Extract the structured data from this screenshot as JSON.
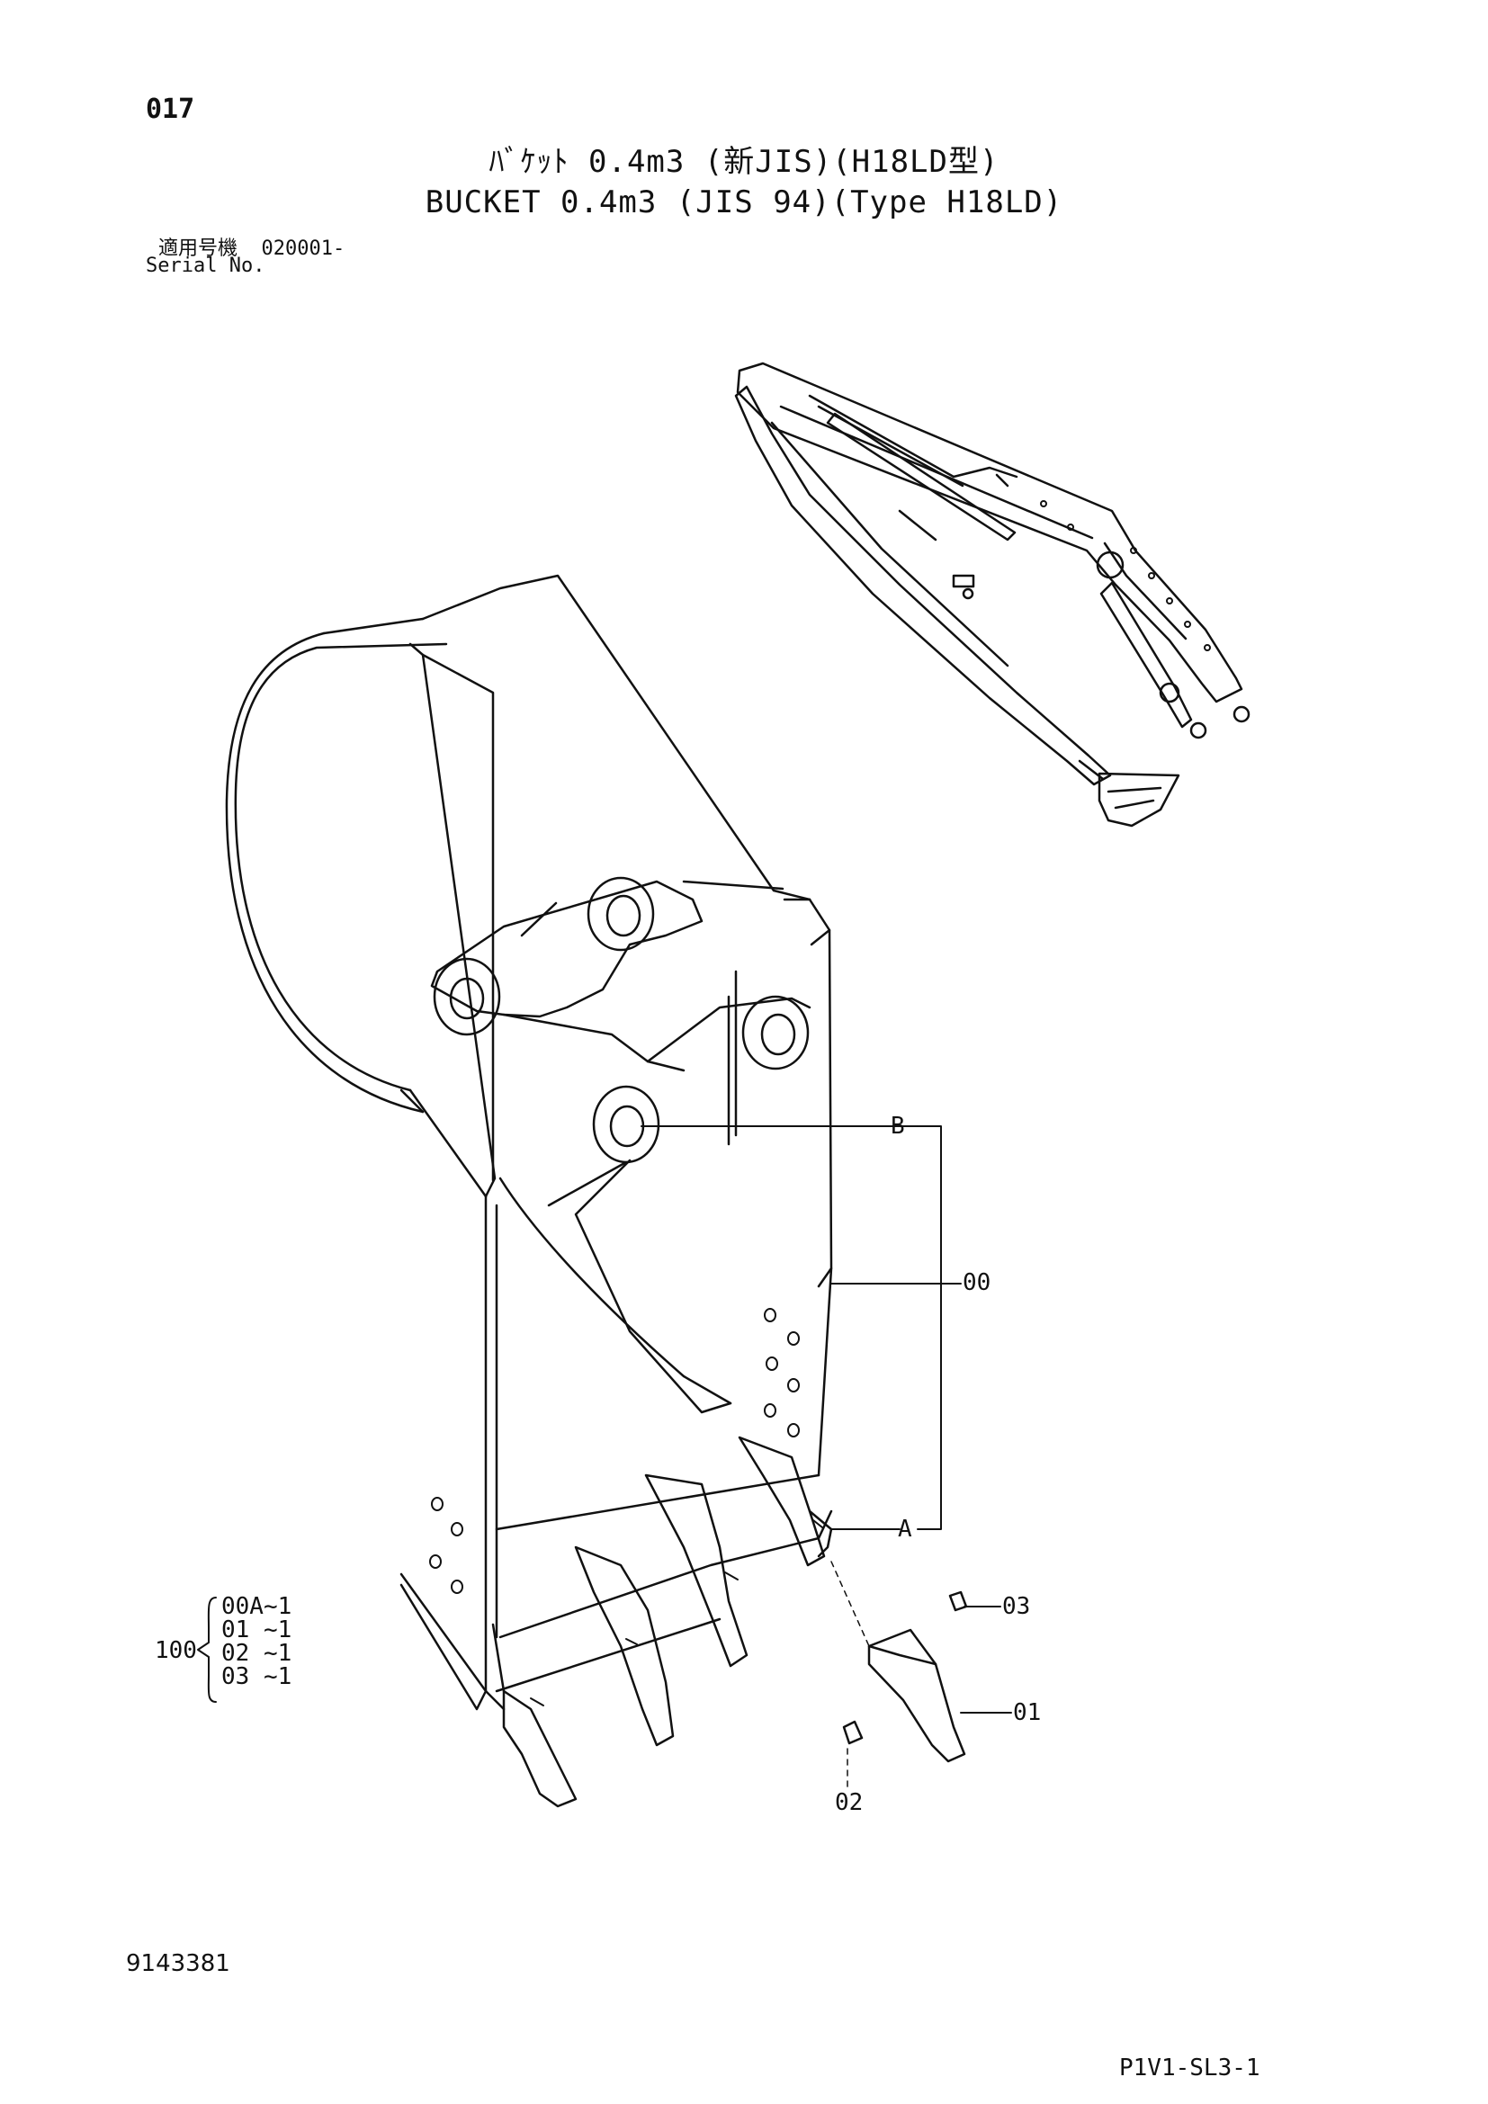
{
  "header": {
    "page_number": "017",
    "title_jp": "ﾊﾞｹｯﾄ 0.4m3 (新JIS)(H18LD型)",
    "title_en": "BUCKET 0.4m3 (JIS 94)(Type H18LD)",
    "serial_label_jp": "適用号機",
    "serial_value": "020001-",
    "serial_label_en": "Serial No."
  },
  "callouts": {
    "B": "B",
    "A": "A",
    "p00": "00",
    "p01": "01",
    "p02": "02",
    "p03": "03"
  },
  "kit": {
    "label": "100",
    "items": [
      "00A~1",
      "01 ~1",
      "02 ~1",
      "03 ~1"
    ]
  },
  "footer": {
    "doc_number": "9143381",
    "page_code": "P1V1-SL3-1"
  }
}
